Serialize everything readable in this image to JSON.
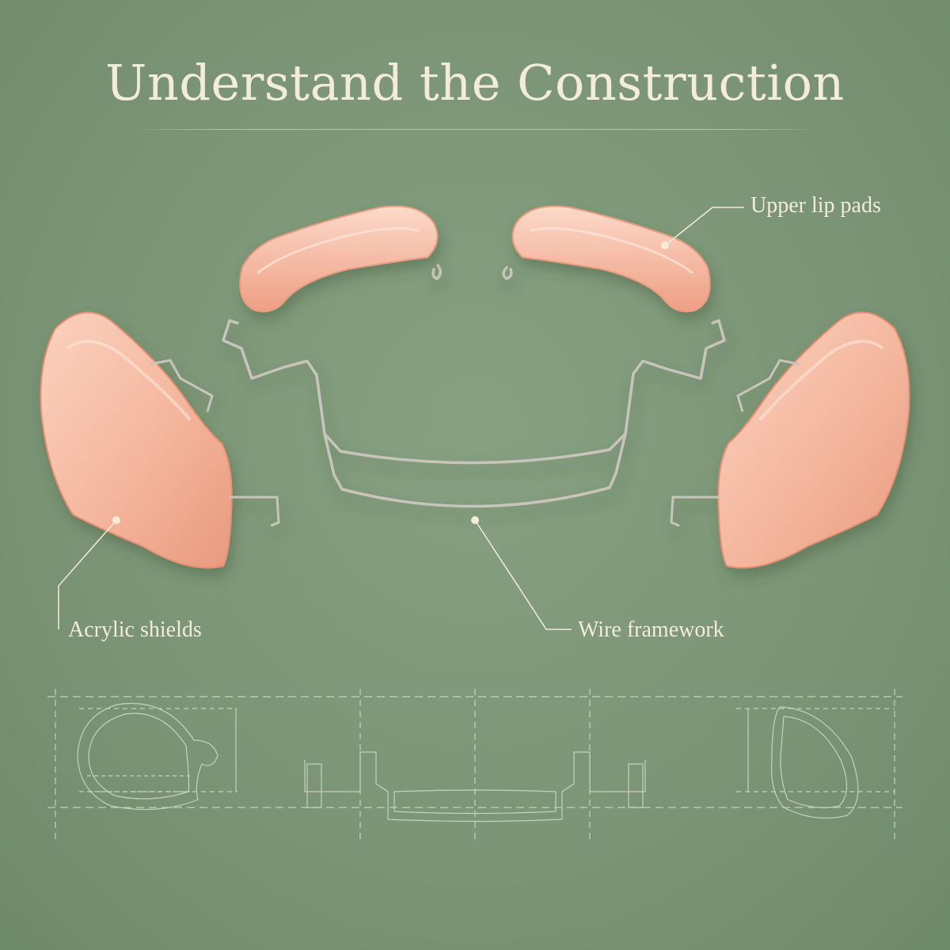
{
  "title": "Understand the Construction",
  "callouts": {
    "upper_lip_pads": "Upper lip pads",
    "acrylic_shields": "Acrylic shields",
    "wire_framework": "Wire framework"
  },
  "colors": {
    "background": "#7d9678",
    "text": "#f3ecd9",
    "acrylic": "#f2b49c",
    "wire": "#c9c4bb",
    "blueprint_line": "#dfe6da"
  }
}
